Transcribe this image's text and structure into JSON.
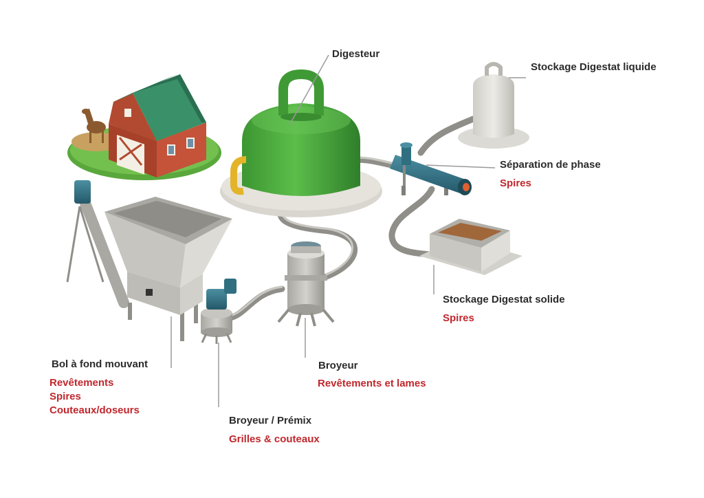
{
  "colors": {
    "label": "#2b2b2b",
    "highlight": "#c0272d",
    "leader_line": "#9a9a9a",
    "digester_green": "#45a53a",
    "roof_green": "#2e7d5b",
    "barn_red": "#b5472f",
    "steel": "#b9b8b2",
    "pump_teal": "#2f6f80"
  },
  "labels": {
    "digesteur": "Digesteur",
    "stockage_liquide": "Stockage Digestat liquide",
    "separation": "Séparation de phase",
    "separation_sub": "Spires",
    "stockage_solide": "Stockage Digestat solide",
    "stockage_solide_sub": "Spires",
    "broyeur": "Broyeur",
    "broyeur_sub": "Revêtements et lames",
    "bol": "Bol à fond mouvant",
    "bol_sub": [
      "Revêtements",
      "Spires",
      "Couteaux/doseurs"
    ],
    "premix": "Broyeur / Prémix",
    "premix_sub": "Grilles & couteaux"
  },
  "icons": {
    "barn": "barn-icon",
    "horse": "horse-icon",
    "digester": "digester-tank-icon",
    "liquid_storage": "liquid-storage-tank-icon",
    "separator": "phase-separator-icon",
    "solid_storage": "solid-storage-bin-icon",
    "hopper": "moving-floor-hopper-icon",
    "premix": "premix-grinder-icon",
    "grinder": "grinder-icon"
  }
}
